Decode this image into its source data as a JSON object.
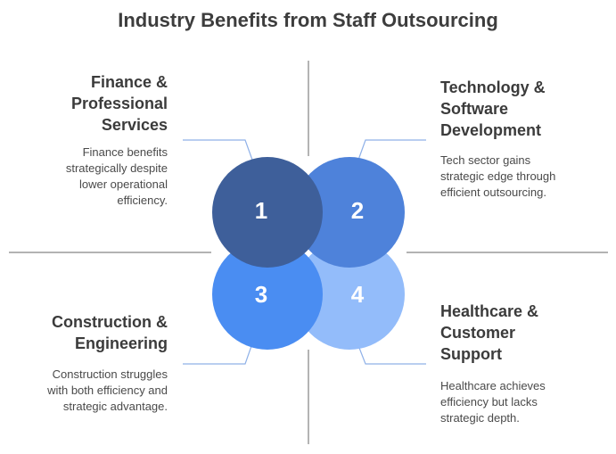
{
  "title": "Industry Benefits from Staff Outsourcing",
  "quadrants": [
    {
      "number": "1",
      "heading": "Finance &\nProfessional\nServices",
      "description": "Finance benefits\nstrategically despite\nlower operational\nefficiency.",
      "color": "#3E5F9A"
    },
    {
      "number": "2",
      "heading": "Technology &\nSoftware\nDevelopment",
      "description": "Tech sector gains\nstrategic edge through\nefficient outsourcing.",
      "color": "#4E82DA"
    },
    {
      "number": "3",
      "heading": "Construction &\nEngineering",
      "description": "Construction struggles\nwith both efficiency and\nstrategic advantage.",
      "color": "#4A8DF2"
    },
    {
      "number": "4",
      "heading": "Healthcare &\nCustomer\nSupport",
      "description": "Healthcare achieves\nefficiency but lacks\nstrategic depth.",
      "color": "#93BCFA"
    }
  ]
}
